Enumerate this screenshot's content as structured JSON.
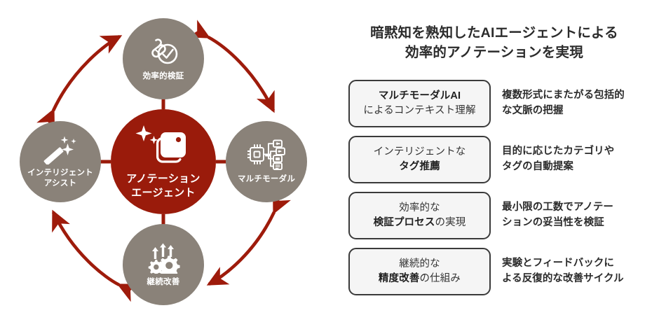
{
  "diagram": {
    "center": {
      "label": "アノテーション\nエージェント",
      "icon": "annotation-tag-sparkle-icon",
      "color": "#9a1b0b"
    },
    "satellite_color": "#8a8279",
    "arrow_color": "#9e1b0b",
    "nodes": [
      {
        "id": "top",
        "label": "効率的検証",
        "icon": "stamp-check-icon"
      },
      {
        "id": "right",
        "label": "マルチモーダル",
        "icon": "chip-multimodal-icon"
      },
      {
        "id": "bottom",
        "label": "継続改善",
        "icon": "gears-growth-arrows-icon"
      },
      {
        "id": "left",
        "label": "インテリジェント\nアシスト",
        "icon": "magic-wand-sparkle-icon"
      }
    ]
  },
  "right": {
    "heading": "暗黙知を熟知したAIエージェントによる\n効率的アノテーションを実現",
    "rows": [
      {
        "chip_line1_bold": "マルチモーダルAI",
        "chip_line1_normal": "",
        "chip_line2_bold": "",
        "chip_line2_normal": "によるコンテキスト理解",
        "description": "複数形式にまたがる包括的\nな文脈の把握"
      },
      {
        "chip_line1_bold": "",
        "chip_line1_normal": "インテリジェントな",
        "chip_line2_bold": "タグ推薦",
        "chip_line2_normal": "",
        "description": "目的に応じたカテゴリや\nタグの自動提案"
      },
      {
        "chip_line1_bold": "",
        "chip_line1_normal": "効率的な",
        "chip_line2_bold": "検証プロセス",
        "chip_line2_normal": "の実現",
        "description": "最小限の工数でアノテー\nションの妥当性を検証"
      },
      {
        "chip_line1_bold": "",
        "chip_line1_normal": "継続的な",
        "chip_line2_bold": "精度改善",
        "chip_line2_normal": "の仕組み",
        "description": "実験とフィードバックに\nよる反復的な改善サイクル"
      }
    ]
  }
}
